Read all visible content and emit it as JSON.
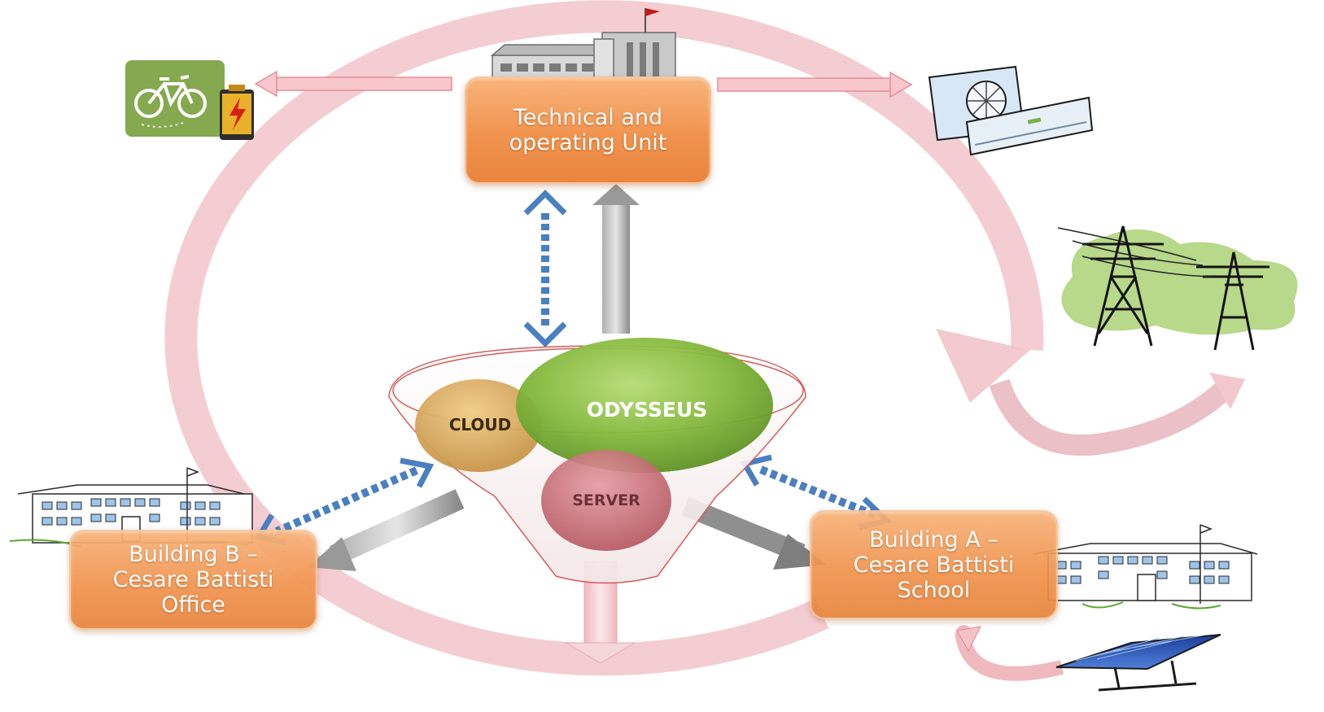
{
  "nodes": {
    "technical_unit": "Technical and\noperating Unit",
    "building_b": "Building B –\nCesare Battisti\nOffice",
    "building_a": "Building A –\nCesare Battisti\nSchool"
  },
  "funnel": {
    "cloud": "CLOUD",
    "odysseus": "ODYSSEUS",
    "server": "SERVER"
  },
  "colors": {
    "box_orange": "#f1944f",
    "cycle_pink": "#f2c4cb",
    "dotted_blue": "#4a7fc1",
    "grey_arrow": "#8e8e8e",
    "odysseus_green": "#7db53a",
    "cloud_tan": "#d8a85a",
    "server_red": "#c9707a"
  },
  "icons": [
    "bicycle-battery-icon",
    "factory-icon",
    "air-conditioner-icon",
    "power-pylon-icon",
    "school-building-icon",
    "solar-panel-icon"
  ]
}
